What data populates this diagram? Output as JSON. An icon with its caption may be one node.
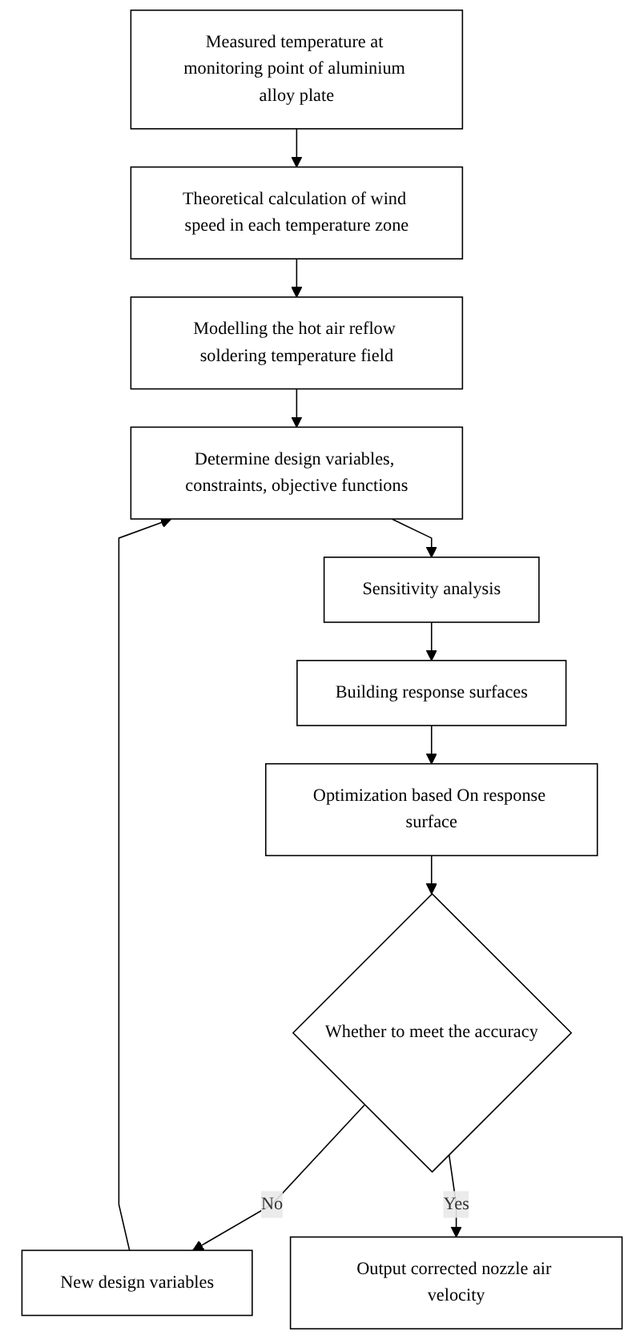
{
  "diagram": {
    "nodes": [
      {
        "text": [
          "Measured temperature at monitoring point of aluminium alloy plate"
        ]
      },
      {
        "text": [
          "Theoretical calculation of wind speed in each temperature zone"
        ]
      },
      {
        "text": [
          "Modelling the hot air reflow soldering temperature field"
        ]
      },
      {
        "text": [
          "Determine design variables, constraints, objective functions"
        ]
      },
      {
        "text": [
          "Sensitivity analysis"
        ]
      },
      {
        "text": [
          "Building response surfaces"
        ]
      },
      {
        "text": [
          "Optimization based On response surface"
        ]
      },
      {
        "text": [
          "Whether to meet the accuracy"
        ]
      },
      {
        "text": [
          "New design variables"
        ]
      },
      {
        "text": [
          "Output corrected nozzle air velocity"
        ]
      }
    ],
    "edges": [
      {
        "from": 0,
        "to": 1,
        "arrow": "to"
      },
      {
        "from": 1,
        "to": 2,
        "arrow": "to"
      },
      {
        "from": 2,
        "to": 3,
        "arrow": "to"
      },
      {
        "from": 3,
        "to": 4,
        "arrow": "to"
      },
      {
        "from": 4,
        "to": 5,
        "arrow": "to"
      },
      {
        "from": 5,
        "to": 6,
        "arrow": "to"
      },
      {
        "from": 6,
        "to": 7,
        "arrow": "to"
      },
      {
        "from": 7,
        "to": 8,
        "label": "No",
        "arrow": "to"
      },
      {
        "from": 8,
        "to": 3,
        "arrow": "to"
      },
      {
        "from": 7,
        "to": 9,
        "label": "Yes",
        "arrow": "to"
      }
    ]
  }
}
